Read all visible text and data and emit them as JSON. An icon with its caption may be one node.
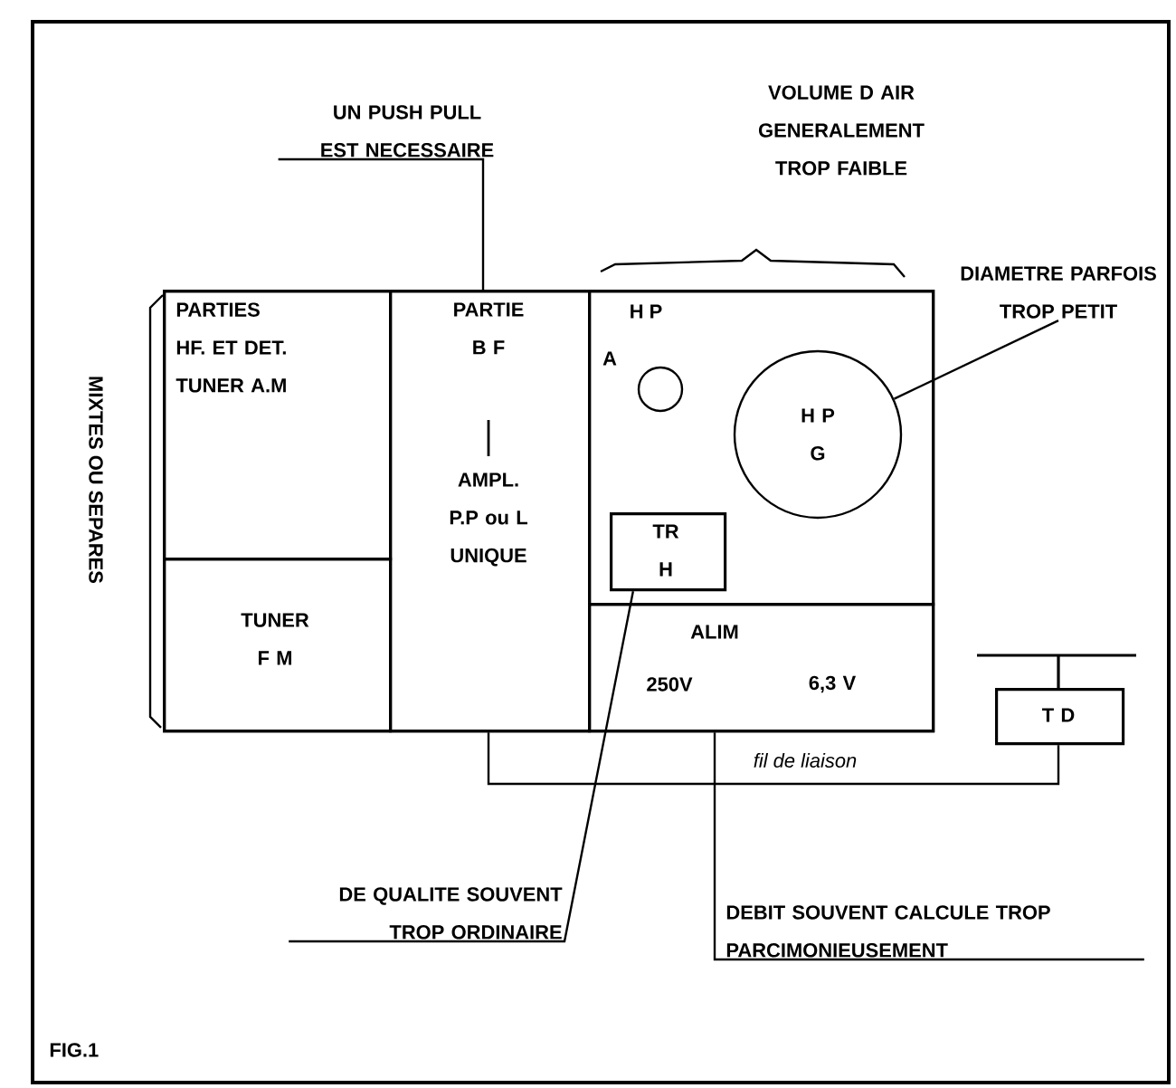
{
  "diagram": {
    "nodes": [
      {
        "text": [],
        "shape": "box"
      },
      {
        "text": [
          "PARTIES HF. ET DET. TUNER A.M"
        ],
        "in": 0
      },
      {
        "text": [
          "TUNER F M"
        ],
        "in": 0
      },
      {
        "text": [
          "PARTIE B F",
          "AMPL. P.P ou L UNIQUE"
        ],
        "in": 0
      },
      {
        "text": [],
        "shape": "box",
        "in": 0
      },
      {
        "text": [],
        "shape": "circle",
        "beside": [
          "H P",
          "A"
        ],
        "in": 4
      },
      {
        "text": [
          "H P G"
        ],
        "in": 4
      },
      {
        "text": [
          "TR H"
        ],
        "in": 4
      },
      {
        "text": [
          "ALIM",
          "250V",
          "6,3 V"
        ],
        "in": 0
      },
      {
        "text": [
          "T D"
        ]
      },
      {
        "text": [
          "UN PUSH PULL EST NECESSAIRE"
        ]
      },
      {
        "text": [
          "DIAMETRE PARFOIS TROP PETIT"
        ]
      },
      {
        "text": [
          "DE QUALITE SOUVENT TROP ORDINAIRE"
        ]
      },
      {
        "text": [
          "DEBIT SOUVENT CALCULE TROP PARCIMONIEUSEMENT"
        ]
      }
    ],
    "edges": [
      {
        "from": 10,
        "to": 3,
        "arrow": "none"
      },
      {
        "from": 11,
        "to": 6,
        "arrow": "none"
      },
      {
        "from": 12,
        "to": 7,
        "arrow": "none"
      },
      {
        "from": 13,
        "to": 8,
        "arrow": "none"
      },
      {
        "from": 3,
        "to": 9,
        "arrow": "none",
        "label": "fil de liaison"
      }
    ],
    "labels": [
      "VOLUME D AIR GENERALEMENT TROP FAIBLE",
      "MIXTES OU SEPARES",
      "FIG.1"
    ]
  }
}
